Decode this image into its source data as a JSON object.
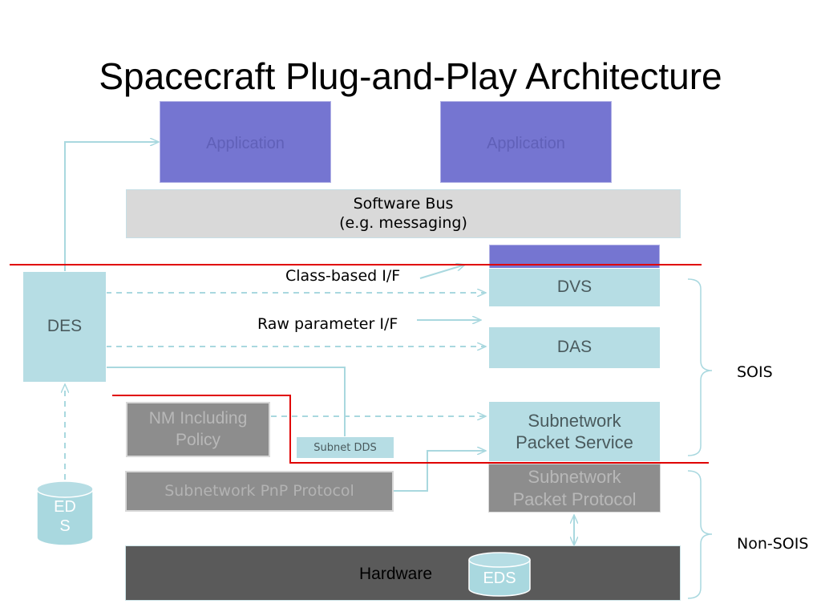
{
  "title": "Spacecraft Plug-and-Play Architecture",
  "application_1": "Application",
  "application_2": "Application",
  "software_bus_line1": "Software Bus",
  "software_bus_line2": "(e.g. messaging)",
  "class_based_if": "Class-based I/F",
  "raw_parameter_if": "Raw parameter I/F",
  "des": "DES",
  "dvs": "DVS",
  "das": "DAS",
  "nm_line1": "NM Including",
  "nm_line2": "Policy",
  "subnet_dds": "Subnet DDS",
  "sps_line1": "Subnetwork",
  "sps_line2": "Packet Service",
  "pnp_protocol": "Subnetwork PnP Protocol",
  "spp_line1": "Subnetwork",
  "spp_line2": "Packet Protocol",
  "eds_left_line1": "ED",
  "eds_left_line2": "S",
  "hardware": "Hardware",
  "eds_hw": "EDS",
  "sois": "SOIS",
  "non_sois": "Non-SOIS",
  "colors": {
    "application": "#7575d1",
    "teal": "#b6dde4",
    "boundary": "#e00000",
    "connector": "#a9d8df"
  }
}
